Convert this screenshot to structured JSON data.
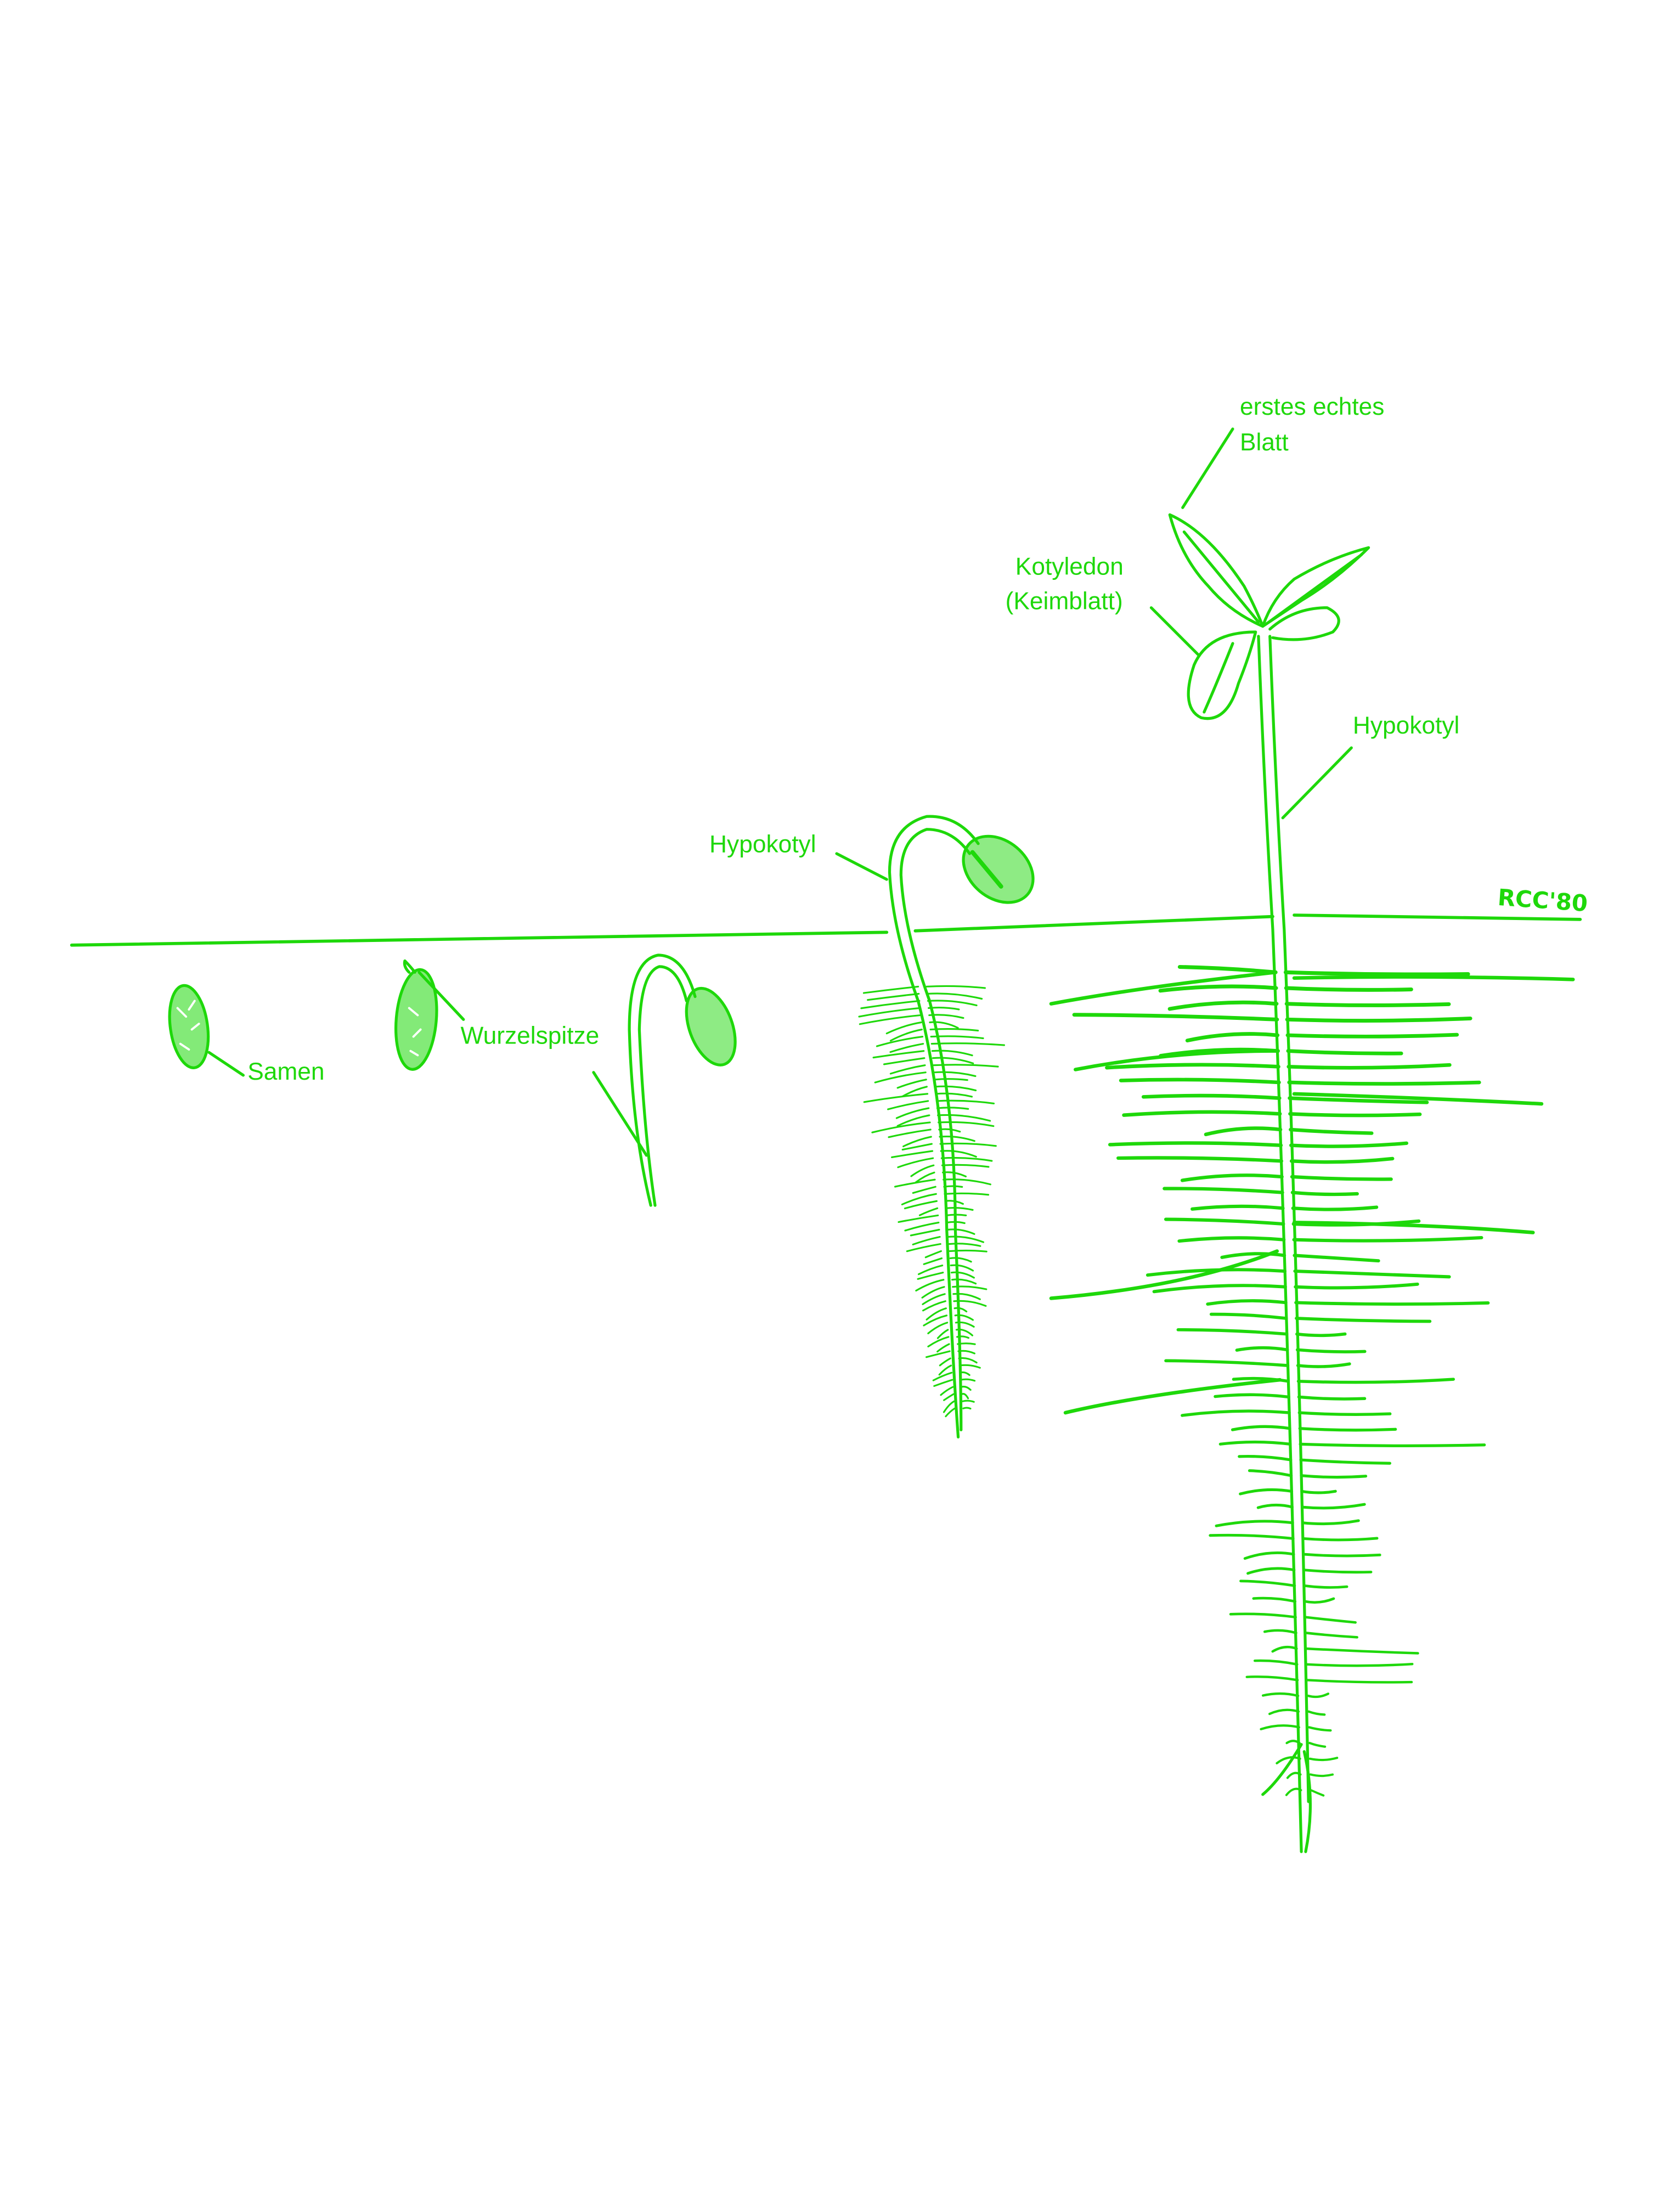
{
  "colors": {
    "ink": "#1ed80a",
    "background": "#ffffff"
  },
  "labels": {
    "seed": "Samen",
    "root_tip": "Wurzelspitze",
    "hypocotyl_1": "Hypokotyl",
    "hypocotyl_2": "Hypokotyl",
    "cotyledon_line1": "Kotyledon",
    "cotyledon_line2": "(Keimblatt)",
    "first_leaf_line1": "erstes echtes",
    "first_leaf_line2": "Blatt"
  },
  "signature": "RCC'80"
}
